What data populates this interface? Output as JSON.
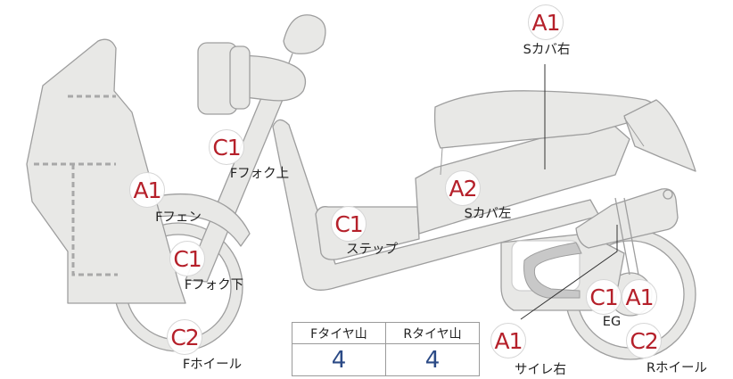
{
  "colors": {
    "body_fill": "#e8e8e6",
    "body_stroke": "#9e9e9e",
    "dash": "#a8a8a8",
    "grade_text": "#b5202a",
    "tread_text": "#2b4a86"
  },
  "parts": [
    {
      "id": "s-cover-right",
      "grade": "A1",
      "label": "Sカバ右"
    },
    {
      "id": "f-fork-upper",
      "grade": "C1",
      "label": "Fフォク上"
    },
    {
      "id": "s-cover-left",
      "grade": "A2",
      "label": "Sカバ左"
    },
    {
      "id": "f-fender",
      "grade": "A1",
      "label": "Fフェン"
    },
    {
      "id": "step",
      "grade": "C1",
      "label": "ステップ"
    },
    {
      "id": "f-fork-lower",
      "grade": "C1",
      "label": "Fフォク下"
    },
    {
      "id": "engine",
      "grade": "C1",
      "label": "EG"
    },
    {
      "id": "engine-2",
      "grade": "A1",
      "label": ""
    },
    {
      "id": "f-wheel",
      "grade": "C2",
      "label": "Fホイール"
    },
    {
      "id": "muffler-right",
      "grade": "A1",
      "label": "サイレ右"
    },
    {
      "id": "r-wheel",
      "grade": "C2",
      "label": "Rホイール"
    }
  ],
  "tread": {
    "headers": [
      "Fタイヤ山",
      "Rタイヤ山"
    ],
    "values": [
      "4",
      "4"
    ]
  }
}
